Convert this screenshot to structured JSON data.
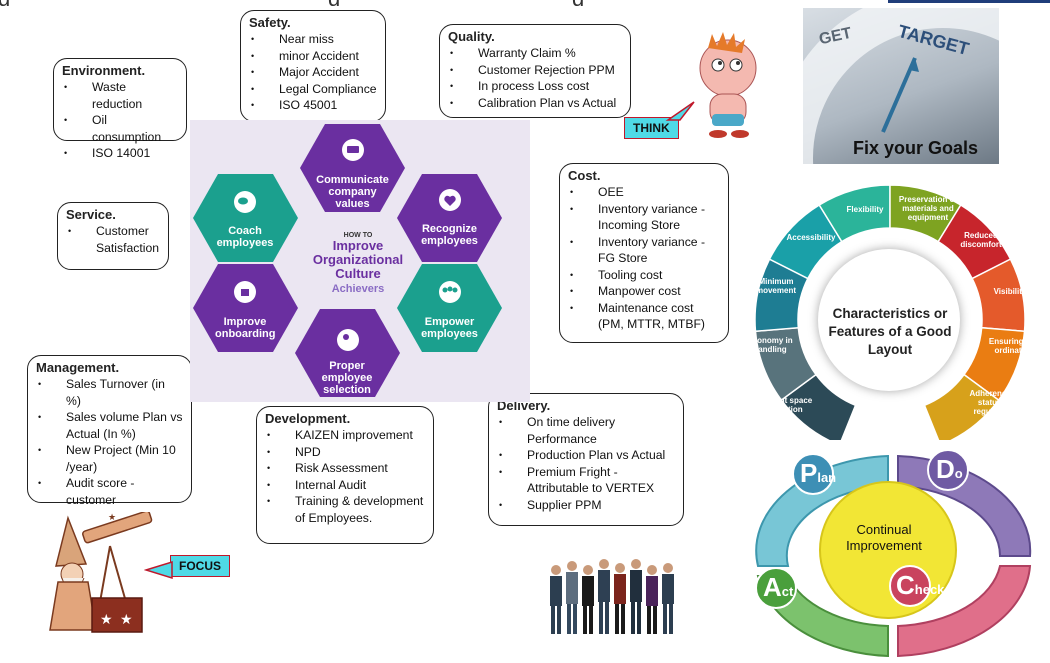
{
  "page": {
    "top_title": "g"
  },
  "boxes": {
    "environment": {
      "title": "Environment.",
      "items": [
        "Waste reduction",
        "Oil consumption",
        "ISO 14001"
      ]
    },
    "safety": {
      "title": "Safety.",
      "items": [
        "Near miss",
        "minor Accident",
        "Major Accident",
        "Legal Compliance",
        "ISO 45001"
      ]
    },
    "quality": {
      "title": "Quality.",
      "items": [
        "Warranty Claim %",
        "Customer Rejection PPM",
        "In process Loss cost",
        "Calibration Plan vs Actual"
      ]
    },
    "service": {
      "title": "Service.",
      "items": [
        "Customer Satisfaction"
      ]
    },
    "cost": {
      "title": "Cost.",
      "items": [
        "OEE",
        "Inventory variance - Incoming Store",
        "Inventory variance - FG Store",
        "Tooling cost",
        "Manpower cost",
        "Maintenance cost (PM, MTTR, MTBF)"
      ]
    },
    "management": {
      "title": "Management.",
      "items": [
        "Sales Turnover (in %)",
        "Sales volume Plan vs Actual (In %)",
        "New Project (Min 10 /year)",
        "Audit score - customer"
      ]
    },
    "development": {
      "title": "Development.",
      "items": [
        "KAIZEN improvement",
        "NPD",
        "Risk Assessment",
        "Internal Audit",
        "Training & development of Employees."
      ]
    },
    "delivery": {
      "title": "Delivery.",
      "items": [
        "On time delivery Performance",
        "Production Plan vs Actual",
        "Premium Fright - Attributable to VERTEX",
        "Supplier PPM"
      ]
    }
  },
  "culture": {
    "how_to": "HOW TO",
    "title_line1": "Improve",
    "title_line2": "Organizational",
    "title_line3": "Culture",
    "brand": "Achievers",
    "hexagons": [
      "Communicate company values",
      "Recognize employees",
      "Empower employees",
      "Proper employee selection",
      "Improve onboarding",
      "Coach employees"
    ]
  },
  "callouts": {
    "think": "THINK",
    "focus": "FOCUS"
  },
  "target": {
    "caption": "Fix your Goals",
    "dial_word1": "GET",
    "dial_word2": "TARGET"
  },
  "layout_ring": {
    "center": "Characteristics or Features of a Good Layout",
    "segments": [
      "Efficient space utilization",
      "Economy in handling",
      "Minimum movement",
      "Accessibility",
      "Flexibility",
      "Preservation of materials and equipment",
      "Reduced discomfort",
      "Visibility",
      "Ensuring Co-ordination",
      "Adherence to statutory regulations"
    ],
    "colors": [
      "#2c4a57",
      "#58737c",
      "#1e7d93",
      "#1aa0a8",
      "#2bb49a",
      "#7ea321",
      "#c7252c",
      "#e45a2b",
      "#ea7d12",
      "#d7a11b"
    ]
  },
  "pdca": {
    "center": "Continual Improvement",
    "plan": "Plan",
    "do": "Do",
    "check": "Check",
    "act": "Act",
    "plan_letter": "P",
    "plan_rest": "lan",
    "do_letter": "D",
    "do_rest": "o",
    "check_letter": "C",
    "check_rest": "heck",
    "act_letter": "A",
    "act_rest": "ct"
  }
}
